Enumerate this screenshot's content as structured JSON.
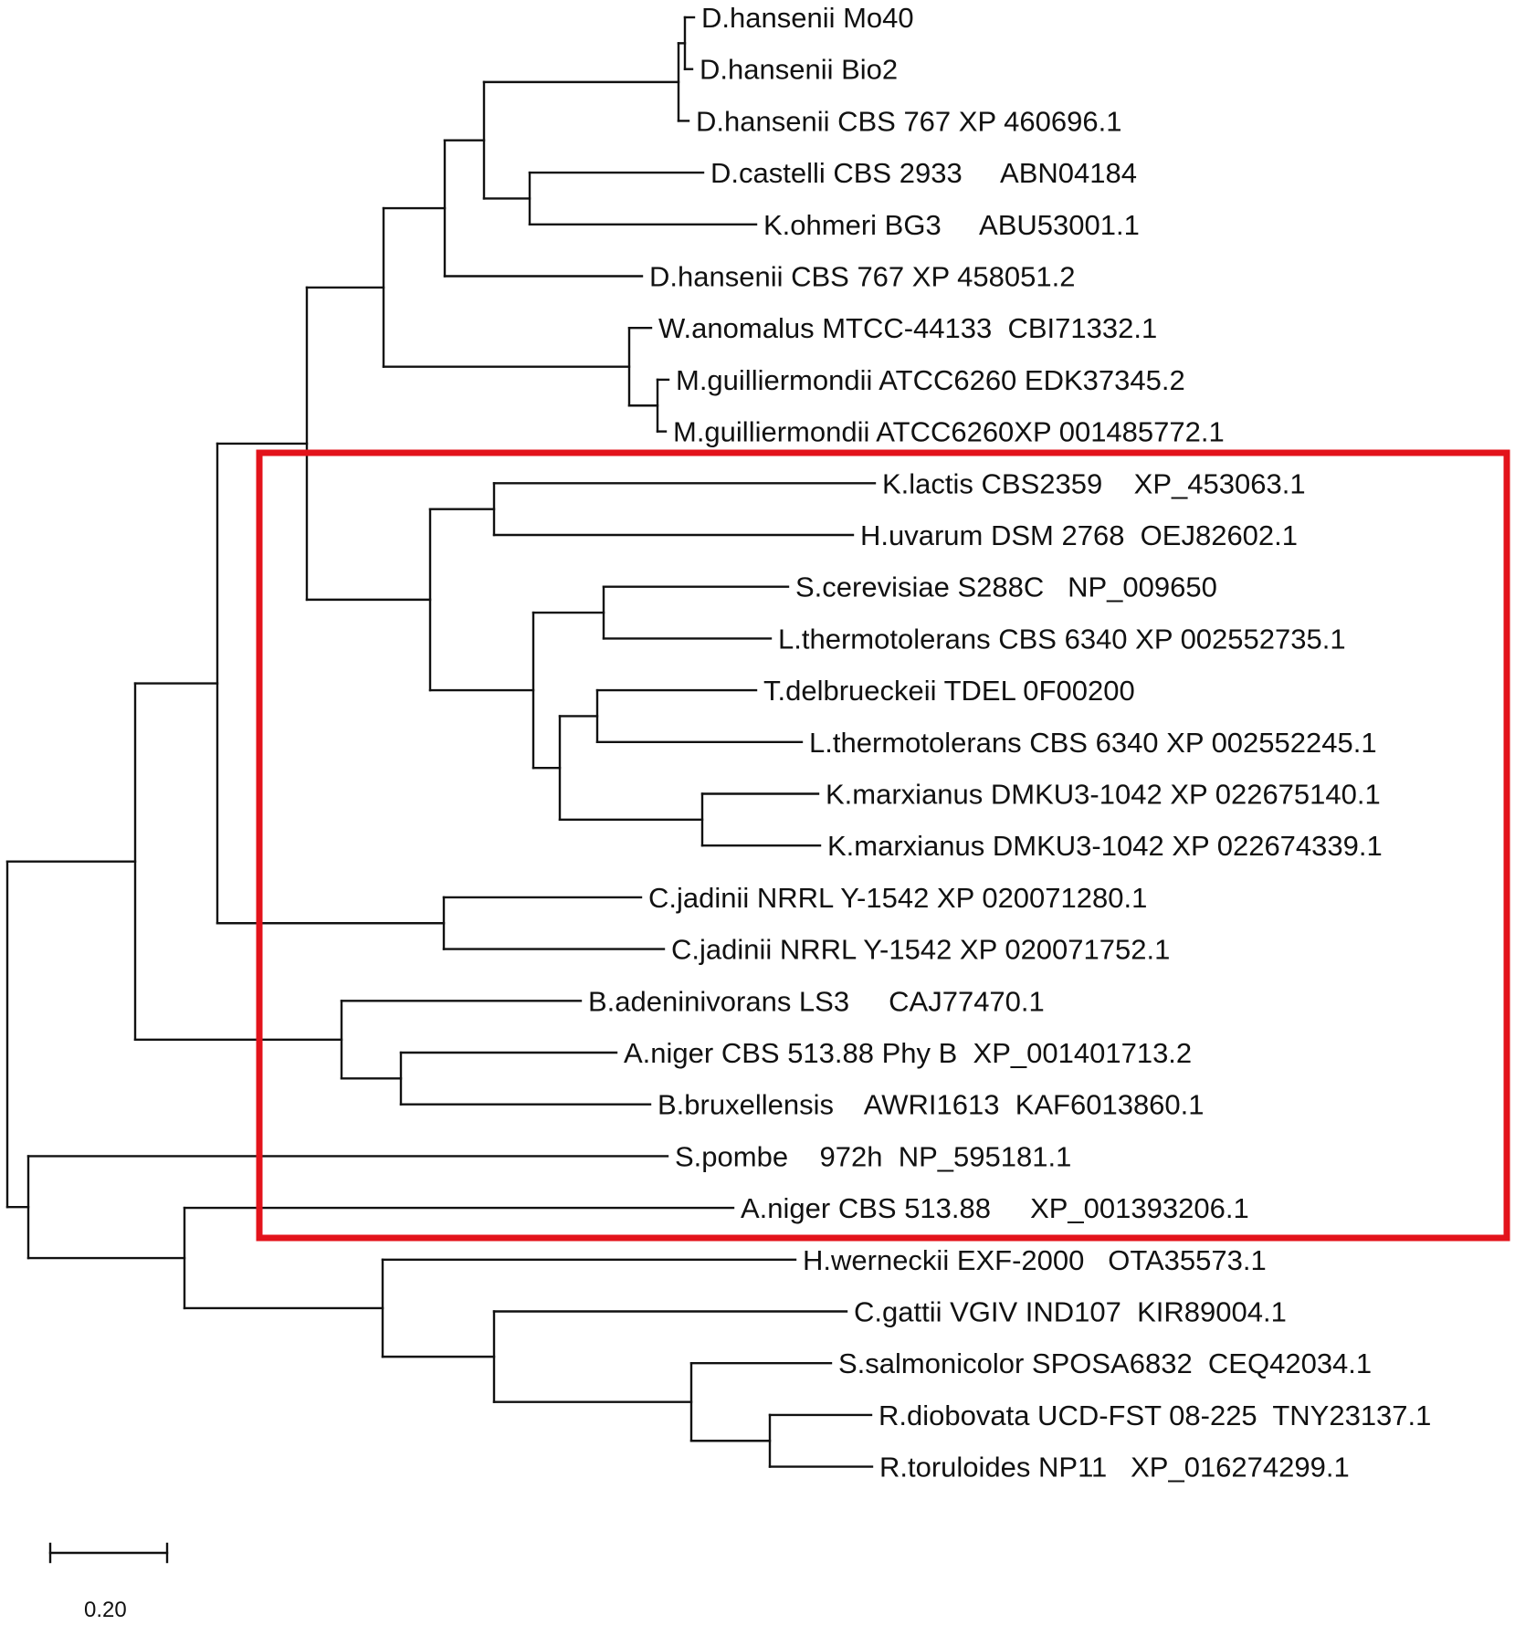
{
  "accent_color": "#e3131b",
  "taxa": [
    {
      "id": "dh_mo40",
      "label": "D.hansenii Mo40"
    },
    {
      "id": "dh_bio2",
      "label": "D.hansenii Bio2"
    },
    {
      "id": "dh_767a",
      "label": "D.hansenii CBS 767 XP 460696.1"
    },
    {
      "id": "dc_2933",
      "label": "D.castelli CBS 2933     ABN04184"
    },
    {
      "id": "ko_bg3",
      "label": "K.ohmeri BG3     ABU53001.1"
    },
    {
      "id": "dh_767b",
      "label": "D.hansenii CBS 767 XP 458051.2"
    },
    {
      "id": "wa_44133",
      "label": "W.anomalus MTCC-44133  CBI71332.1"
    },
    {
      "id": "mg_a",
      "label": "M.guilliermondii ATCC6260 EDK37345.2"
    },
    {
      "id": "mg_b",
      "label": "M.guilliermondii ATCC6260XP 001485772.1"
    },
    {
      "id": "kl_2359",
      "label": "K.lactis CBS2359    XP_453063.1"
    },
    {
      "id": "hu_2768",
      "label": "H.uvarum DSM 2768  OEJ82602.1"
    },
    {
      "id": "sc_s288c",
      "label": "S.cerevisiae S288C   NP_009650"
    },
    {
      "id": "lt_a",
      "label": "L.thermotolerans CBS 6340 XP 002552735.1"
    },
    {
      "id": "td_tdel",
      "label": "T.delbrueckeii TDEL 0F00200"
    },
    {
      "id": "lt_b",
      "label": "L.thermotolerans CBS 6340 XP 002552245.1"
    },
    {
      "id": "km_a",
      "label": "K.marxianus DMKU3-1042 XP 022675140.1"
    },
    {
      "id": "km_b",
      "label": "K.marxianus DMKU3-1042 XP 022674339.1"
    },
    {
      "id": "cj_a",
      "label": "C.jadinii NRRL Y-1542 XP 020071280.1"
    },
    {
      "id": "cj_b",
      "label": "C.jadinii NRRL Y-1542 XP 020071752.1"
    },
    {
      "id": "ba_ls3",
      "label": "B.adeninivorans LS3     CAJ77470.1"
    },
    {
      "id": "an_phyb",
      "label": "A.niger CBS 513.88 Phy B  XP_001401713.2"
    },
    {
      "id": "bb_awri",
      "label": "B.bruxellensis    AWRI1613  KAF6013860.1"
    },
    {
      "id": "sp_972h",
      "label": "S.pombe    972h  NP_595181.1"
    },
    {
      "id": "an_513",
      "label": "A.niger CBS 513.88     XP_001393206.1"
    },
    {
      "id": "hw_2000",
      "label": "H.werneckii EXF-2000   OTA35573.1"
    },
    {
      "id": "cg_ind107",
      "label": "C.gattii VGIV IND107  KIR89004.1"
    },
    {
      "id": "ss_6832",
      "label": "S.salmonicolor SPOSA6832  CEQ42034.1"
    },
    {
      "id": "rd_fst",
      "label": "R.diobovata UCD-FST 08-225  TNY23137.1"
    },
    {
      "id": "rt_np11",
      "label": "R.toruloides NP11   XP_016274299.1"
    }
  ],
  "scale_bar": {
    "label": "0.20"
  }
}
